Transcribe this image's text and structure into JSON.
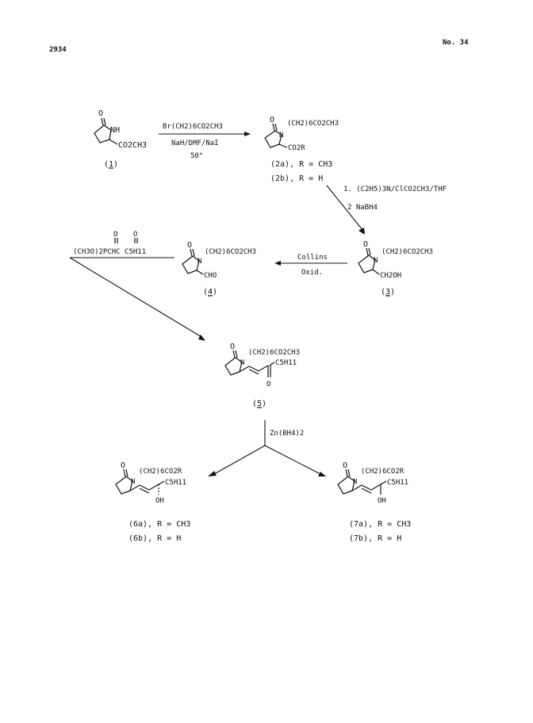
{
  "page": {
    "header_left": "2934",
    "header_right": "No. 34"
  },
  "labels": {
    "c1": "(1)",
    "c1_nh": "NH",
    "c1_ester": "CO2CH3",
    "c2": "(CH2)6CO2CH3",
    "c2_acid": "CO2R",
    "c2a": "(2a), R = CH3",
    "c2b": "(2b), R = H",
    "c3_chain": "(CH2)6CO2CH3",
    "c3_sub": "CH2OH",
    "c3": "(3)",
    "c4_chain": "(CH2)6CO2CH3",
    "c4_sub": "CHO",
    "c4": "(4)",
    "c5_chain": "(CH2)6CO2CH3",
    "c5_sub": "C5H11",
    "c5": "(5)",
    "c6_chain": "(CH2)6CO2R",
    "c6_sub": "C5H11",
    "c6_oh": "OH",
    "c6a": "(6a), R = CH3",
    "c6b": "(6b), R = H",
    "c7_chain": "(CH2)6CO2R",
    "c7_sub": "C5H11",
    "c7_oh": "OH",
    "c7a": "(7a), R = CH3",
    "c7b": "(7b), R = H",
    "o": "O",
    "n": "N"
  },
  "reagents": {
    "step1_top": "Br(CH2)6CO2CH3",
    "step1_mid": "NaH/DMF/NaI",
    "step1_bot": "50°",
    "step2_line1": "1. (C2H5)3N/ClCO2CH3/THF",
    "step2_line2": "2  NaBH4",
    "step3_top": "Collins",
    "step3_bot": "Oxid.",
    "step4_reagent": "(CH3O)2PCHC C5H11",
    "step5": "Zn(BH4)2"
  }
}
